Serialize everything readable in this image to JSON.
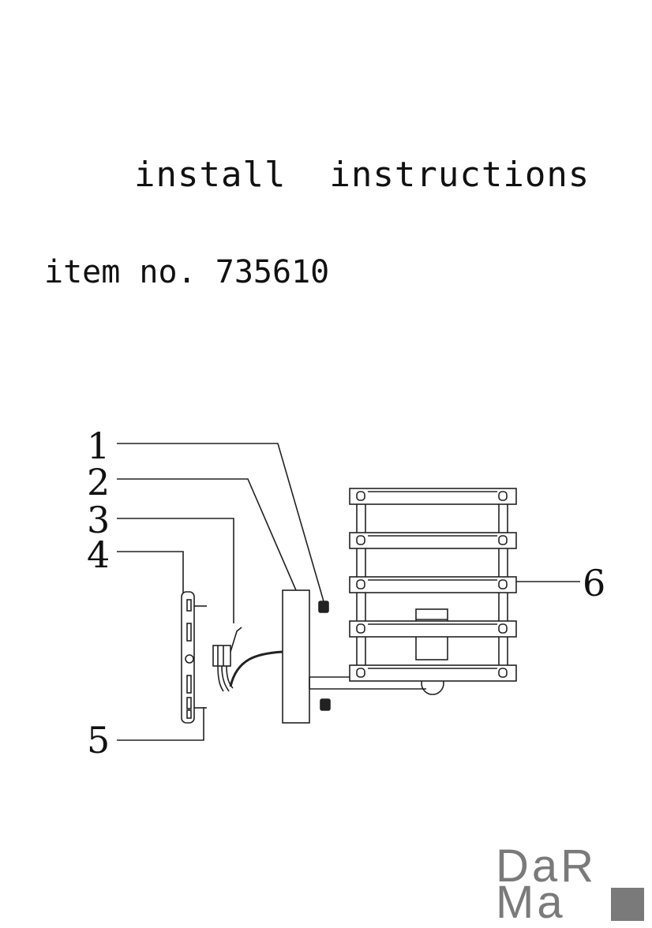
{
  "header": {
    "title": "install  instructions",
    "item_label": "item no. 735610"
  },
  "diagram": {
    "callouts": [
      "1",
      "2",
      "3",
      "4",
      "5",
      "6"
    ]
  },
  "logo": {
    "line1": "DaR",
    "line2": "Ma"
  }
}
